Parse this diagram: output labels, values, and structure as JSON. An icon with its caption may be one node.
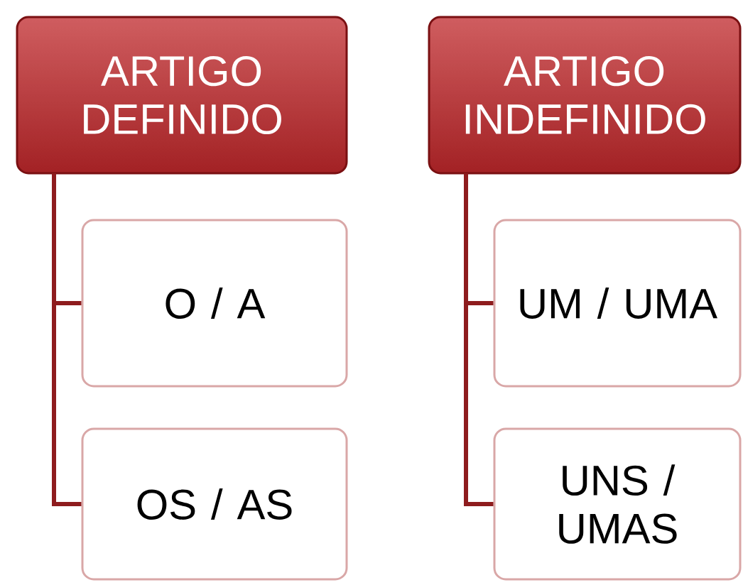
{
  "diagram": {
    "nodes": [
      {
        "text": [
          "ARTIGO DEFINIDO"
        ]
      },
      {
        "text": [
          "O / A"
        ]
      },
      {
        "text": [
          "OS / AS"
        ]
      },
      {
        "text": [
          "ARTIGO INDEFINIDO"
        ]
      },
      {
        "text": [
          "UM / UMA"
        ]
      },
      {
        "text": [
          "UNS / UMAS"
        ]
      }
    ],
    "edges": [
      {
        "from": 0,
        "to": 1,
        "arrow": "none"
      },
      {
        "from": 0,
        "to": 2,
        "arrow": "none"
      },
      {
        "from": 3,
        "to": 4,
        "arrow": "none"
      },
      {
        "from": 3,
        "to": 5,
        "arrow": "none"
      }
    ]
  }
}
